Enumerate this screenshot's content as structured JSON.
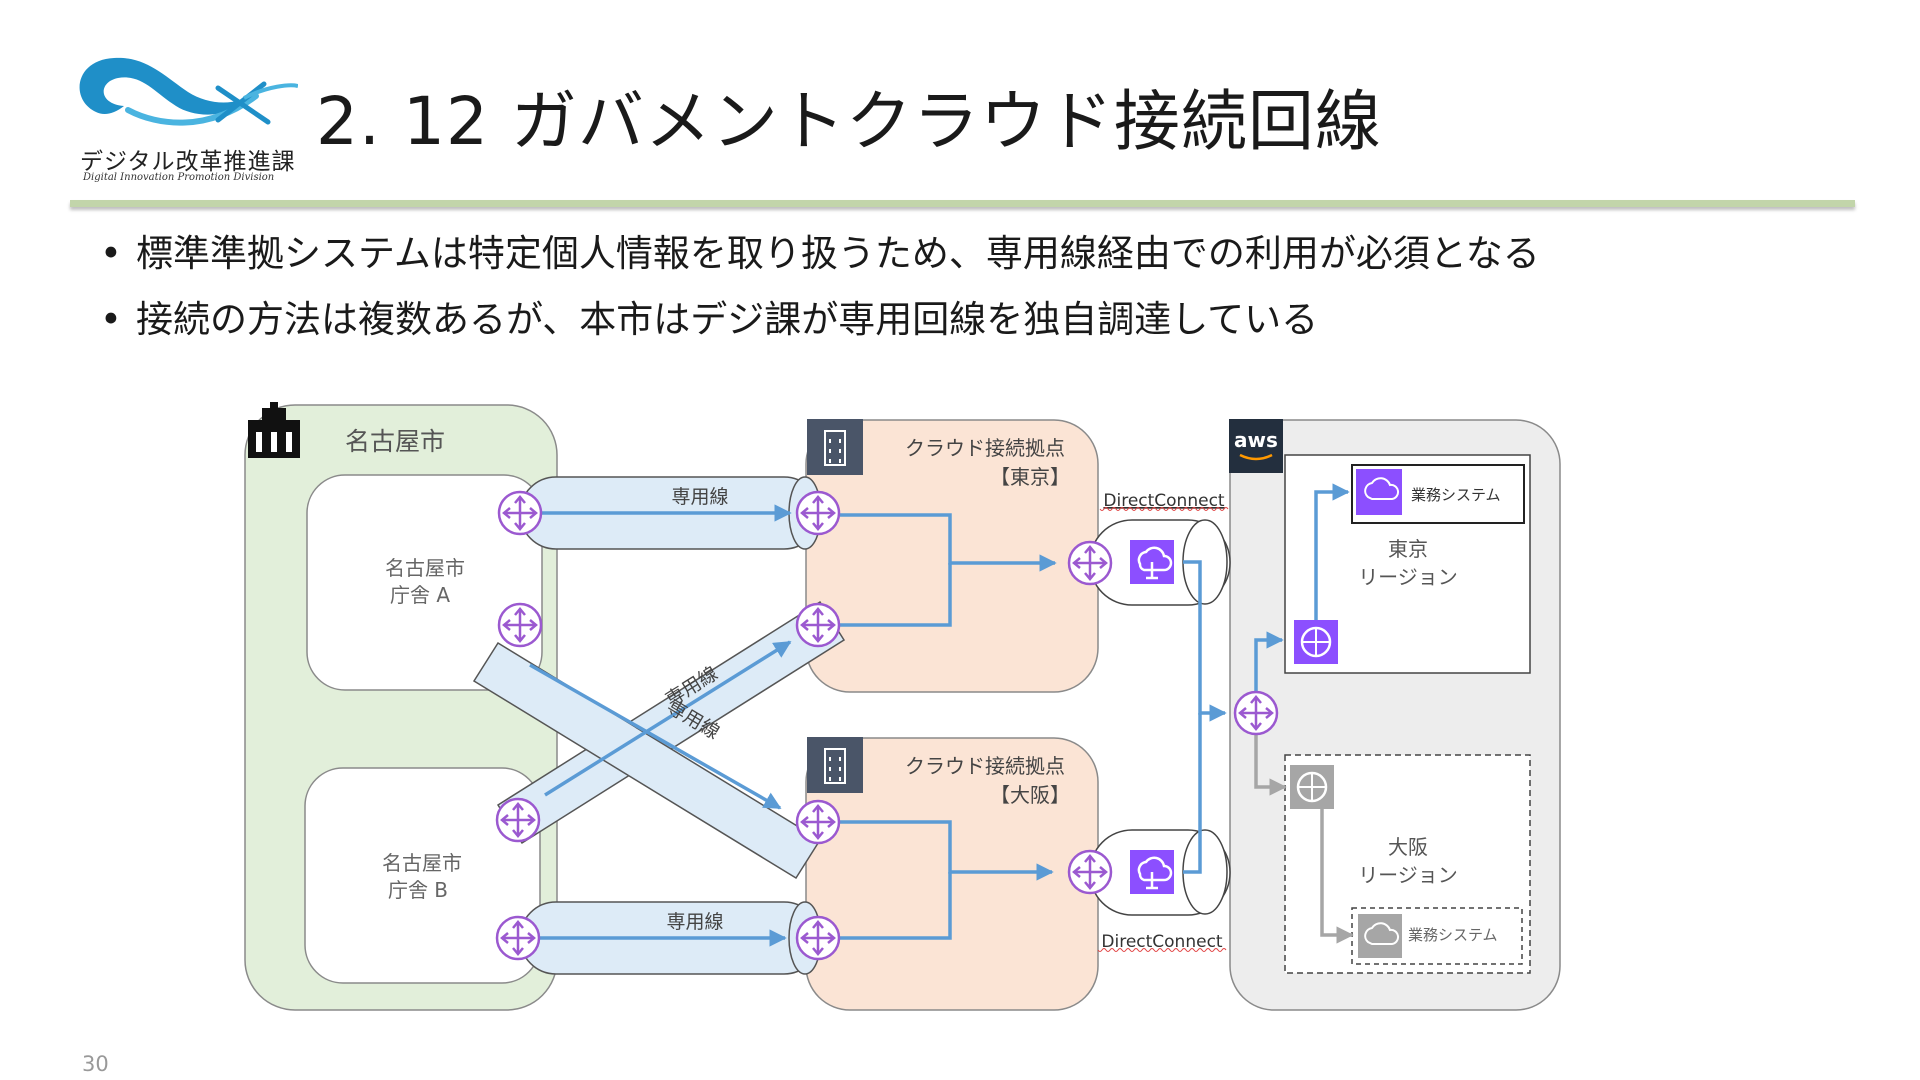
{
  "header": {
    "logo_text": "デジタル改革推進課",
    "logo_subtext": "Digital Innovation Promotion Division",
    "title": "2. 12 ガバメントクラウド接続回線"
  },
  "bullets": [
    "標準準拠システムは特定個人情報を取り扱うため、専用線経由での利用が必須となる",
    "接続の方法は複数あるが、本市はデジ課が専用回線を独自調達している"
  ],
  "diagram": {
    "nagoya": {
      "label": "名古屋市",
      "building_a": [
        "名古屋市",
        "庁舎 A"
      ],
      "building_b": [
        "名古屋市",
        "庁舎 B"
      ]
    },
    "lines": {
      "top": "専用線",
      "bottom": "専用線",
      "cross_up": "専用線",
      "cross_down": "専用線"
    },
    "hubs": {
      "tokyo": [
        "クラウド接続拠点",
        "【東京】"
      ],
      "osaka": [
        "クラウド接続拠点",
        "【大阪】"
      ]
    },
    "direct_connect": {
      "tokyo": "DirectConnect",
      "osaka": "DirectConnect"
    },
    "aws": {
      "logo": "aws",
      "tokyo_region": [
        "東京",
        "リージョン"
      ],
      "tokyo_system": "業務システム",
      "osaka_region": [
        "大阪",
        "リージョン"
      ],
      "osaka_system": "業務システム"
    },
    "colors": {
      "nagoya_bg": "#e2efda",
      "hub_bg": "#fbe4d5",
      "aws_bg": "#ededed",
      "pipe": "#ddebf7",
      "arrow": "#5b9bd5",
      "purple": "#8c4fff",
      "gray": "#a6a6a6"
    }
  },
  "page_number": "30"
}
